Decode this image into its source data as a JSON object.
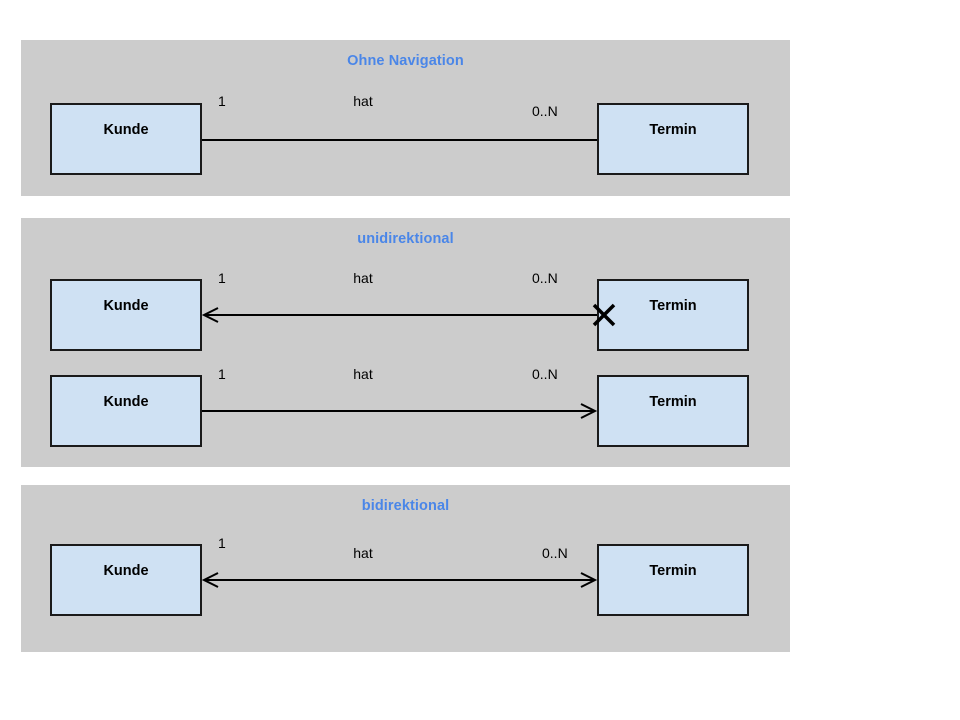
{
  "diagram": {
    "title_color": "#4a86e8",
    "panel_background": "#cccccc",
    "entity_fill": "#cfe1f3",
    "entity_stroke": "#1a1a1a",
    "page_background": "#ffffff",
    "entity_left_name": "Kunde",
    "entity_right_name": "Termin",
    "multiplicity_left": "1",
    "multiplicity_right": "0..N",
    "association_name": "hat"
  },
  "panels": [
    {
      "id": "ohne-navigation",
      "title": "Ohne Navigation",
      "relations": [
        {
          "id": "plain-association",
          "left_entity": "Kunde",
          "right_entity": "Termin",
          "left_multiplicity": "1",
          "right_multiplicity": "0..N",
          "label": "hat",
          "arrow_left": false,
          "arrow_right": false,
          "blocked_marker": false
        }
      ]
    },
    {
      "id": "unidirektional",
      "title": "unidirektional",
      "relations": [
        {
          "id": "unidirectional-to-kunde",
          "left_entity": "Kunde",
          "right_entity": "Termin",
          "left_multiplicity": "1",
          "right_multiplicity": "0..N",
          "label": "hat",
          "arrow_left": true,
          "arrow_right": false,
          "blocked_marker": true
        },
        {
          "id": "unidirectional-to-termin",
          "left_entity": "Kunde",
          "right_entity": "Termin",
          "left_multiplicity": "1",
          "right_multiplicity": "0..N",
          "label": "hat",
          "arrow_left": false,
          "arrow_right": true,
          "blocked_marker": false
        }
      ]
    },
    {
      "id": "bidirektional",
      "title": "bidirektional",
      "relations": [
        {
          "id": "bidirectional-association",
          "left_entity": "Kunde",
          "right_entity": "Termin",
          "left_multiplicity": "1",
          "right_multiplicity": "0..N",
          "label": "hat",
          "arrow_left": true,
          "arrow_right": true,
          "blocked_marker": false
        }
      ]
    }
  ]
}
